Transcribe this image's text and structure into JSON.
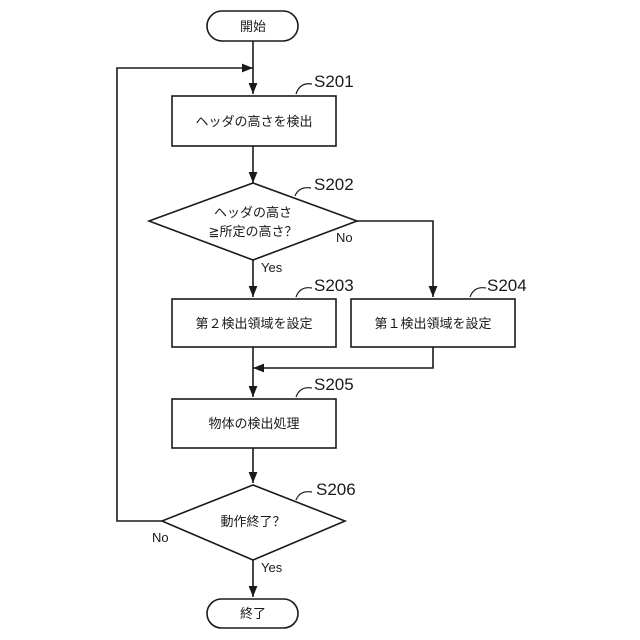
{
  "nodes": {
    "start": "開始",
    "s201": "ヘッダの高さを検出",
    "s202_line1": "ヘッダの高さ",
    "s202_line2": "≧所定の高さ？",
    "s203": "第２検出領域を設定",
    "s204": "第１検出領域を設定",
    "s205": "物体の検出処理",
    "s206": "動作終了？",
    "end": "終了"
  },
  "step_labels": {
    "s201": "S201",
    "s202": "S202",
    "s203": "S203",
    "s204": "S204",
    "s205": "S205",
    "s206": "S206"
  },
  "branches": {
    "s202_yes": "Yes",
    "s202_no": "No",
    "s206_yes": "Yes",
    "s206_no": "No"
  }
}
